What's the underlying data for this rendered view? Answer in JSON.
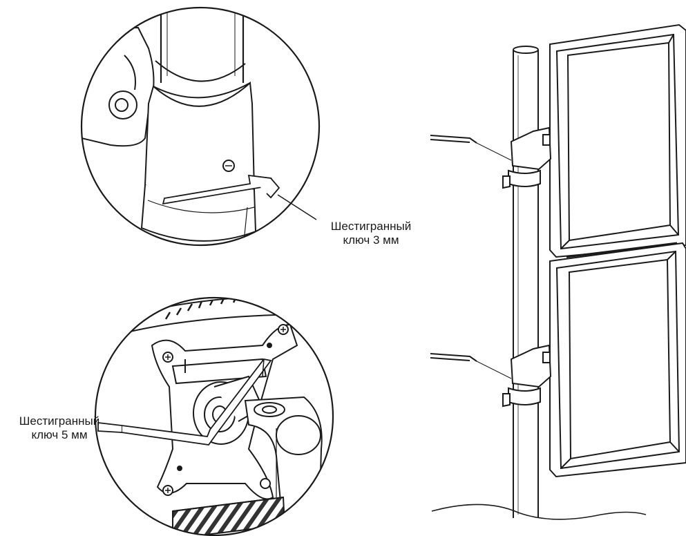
{
  "labels": {
    "wrench_3mm": {
      "line1": "Шестигранный",
      "line2": "ключ 3 мм"
    },
    "wrench_5mm": {
      "line1": "Шестигранный",
      "line2": "ключ 5 мм"
    }
  },
  "colors": {
    "ink": "#1a1a1a",
    "background": "#ffffff",
    "hatch": "#333333"
  },
  "icons": [
    "hex-key-3mm-icon",
    "hex-key-5mm-icon",
    "monitor-icon",
    "pole-icon",
    "clamp-icon"
  ]
}
